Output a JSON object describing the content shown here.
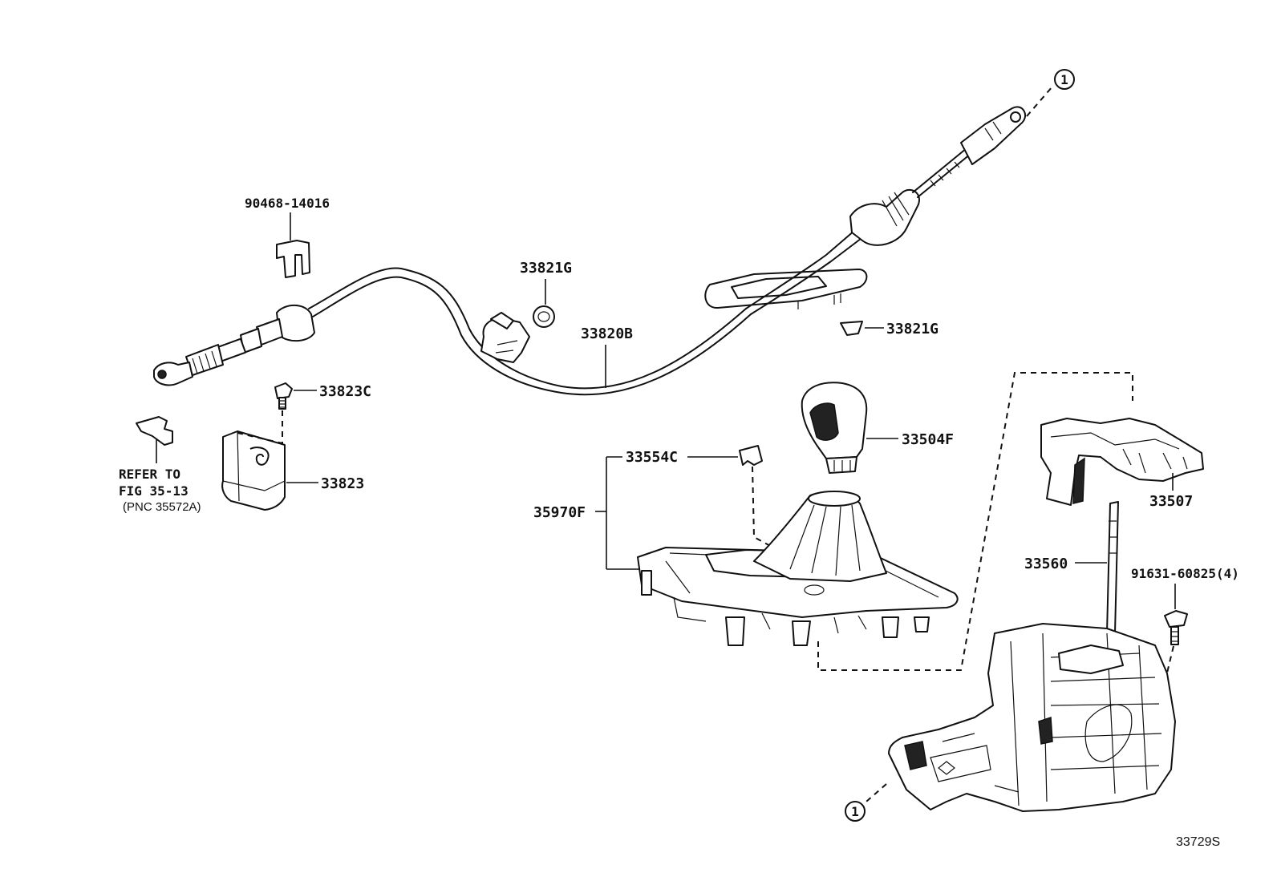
{
  "diagram": {
    "figure_code": "33729S",
    "parts": {
      "p90468": "90468-14016",
      "p33821G_a": "33821G",
      "p33821G_b": "33821G",
      "p33820B": "33820B",
      "p33823C": "33823C",
      "p33823": "33823",
      "p33504F": "33504F",
      "p33554C": "33554C",
      "p35970F": "35970F",
      "p33507": "33507",
      "p33560": "33560",
      "p91631": "91631-60825(4)"
    },
    "refer": {
      "line1": "REFER TO",
      "line2": "FIG 35-13",
      "line3": "(PNC 35572A)"
    },
    "connector_marks": {
      "top": "1",
      "bottom": "1"
    }
  }
}
